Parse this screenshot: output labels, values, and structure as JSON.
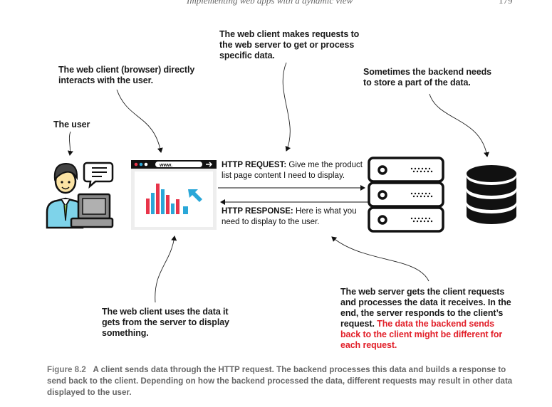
{
  "header": {
    "chapter_title": "Implementing web apps with a dynamic view",
    "page_number": "179"
  },
  "notes": {
    "client_requests": "The web client makes requests to the web server to get or process specific data.",
    "browser_interacts": "The web client (browser) directly interacts with the user.",
    "backend_store": "Sometimes the backend needs to store a part of the data.",
    "the_user": "The user",
    "client_uses_data": "The web client uses the data it gets from the server to display something.",
    "server_processes": "The web server gets the client requests and processes the data it receives. In the end, the server responds to the client’s request.",
    "server_processes_red": "The data the backend sends back to the client might be different for each request."
  },
  "http": {
    "request_label": "HTTP REQUEST:",
    "request_text": "Give me the product list page content I need to display.",
    "response_label": "HTTP RESPONSE:",
    "response_text": "Here is what you need to display to the user."
  },
  "browser": {
    "address": "www."
  },
  "caption": {
    "figure_label": "Figure 8.2",
    "text": "A client sends data through the HTTP request. The backend processes this data and builds a response to send back to the client. Depending on how the backend processed the data, different requests may result in other data displayed to the user."
  },
  "icons": {
    "user": "user-at-computer-icon",
    "browser": "browser-window-icon",
    "server": "server-rack-icon",
    "database": "database-icon"
  },
  "colors": {
    "red_text": "#e2202a",
    "bar_red": "#e8344a",
    "bar_blue": "#2aa7d8",
    "arrow_blue": "#2aa7d8"
  }
}
